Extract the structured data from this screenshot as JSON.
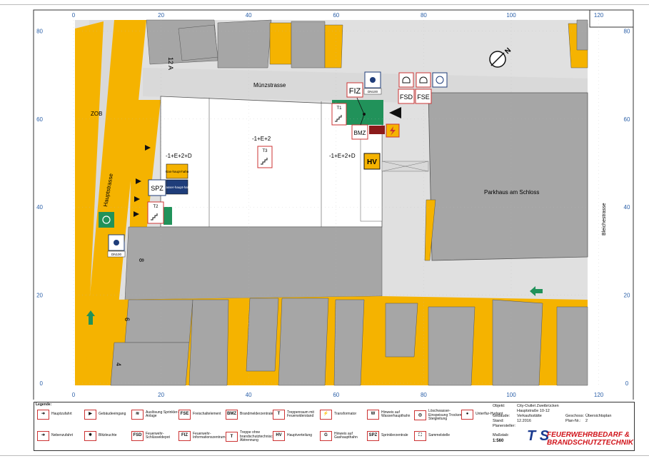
{
  "map": {
    "street_labels": {
      "muenz": "Münzstrasse",
      "haupt": "Hauptstrasse",
      "bleiche": "Bleichestrasse",
      "zob": "ZOB"
    },
    "building_labels": {
      "left": "-1+E+2+D",
      "middle": "-1+E+2",
      "right": "-1+E+2+D",
      "parkhaus": "Parkhaus am Schloss"
    },
    "house_numbers": {
      "h12a": "12 A",
      "h8": "8",
      "h6": "6",
      "h4": "4"
    },
    "grid_x": [
      {
        "v": 0,
        "label": "0"
      },
      {
        "v": 20,
        "label": "20"
      },
      {
        "v": 40,
        "label": "40"
      },
      {
        "v": 60,
        "label": "60"
      },
      {
        "v": 80,
        "label": "80"
      },
      {
        "v": 100,
        "label": "100"
      },
      {
        "v": 120,
        "label": "120"
      }
    ],
    "grid_y": [
      {
        "v": 80,
        "label": "80"
      },
      {
        "v": 60,
        "label": "60"
      },
      {
        "v": 40,
        "label": "40"
      },
      {
        "v": 20,
        "label": "20"
      },
      {
        "v": 0,
        "label": "0"
      }
    ],
    "symbols": {
      "fiz": "FIZ",
      "fsd": "FSD",
      "fse": "FSE",
      "bmz": "BMZ",
      "hv": "HV",
      "spz": "SPZ",
      "t1": "T1",
      "t2": "T2",
      "t3": "T3",
      "dn1": "DN100",
      "dn2": "DN100",
      "gas": "Gas-haupt-hahn",
      "wasser": "Wasser-haupt-hahn"
    },
    "colors": {
      "building": "#a6a6a6",
      "street": "#d9d9d9",
      "neighbor": "#f5b300",
      "object": "#ffffff",
      "green": "#21925a",
      "navy": "#1f3d7a"
    }
  },
  "legend": {
    "title": "Legende:",
    "items": [
      {
        "sym": "➜",
        "label": "Hauptzufahrt"
      },
      {
        "sym": "▶",
        "label": "Gebäudeeingang"
      },
      {
        "sym": "≋",
        "label": "Auslösung Sprinkler-Anlage"
      },
      {
        "sym": "FSE",
        "label": "Freischaltelement"
      },
      {
        "sym": "BMZ",
        "label": "Brandmelderzentrale"
      },
      {
        "sym": "T",
        "label": "Treppenraum mit Feuerwiderstand"
      },
      {
        "sym": "⚡",
        "label": "Transformator"
      },
      {
        "sym": "W",
        "label": "Hinweis auf Wasserhaupthahn"
      },
      {
        "sym": "◎",
        "label": "Löschwasser-Einspeisung Trocken-Steigleitung"
      },
      {
        "sym": "●",
        "label": "Unterflur-Hydrant"
      },
      {
        "sym": "➜",
        "label": "Nebenzufahrt"
      },
      {
        "sym": "✸",
        "label": "Blitzleuchte"
      },
      {
        "sym": "FSD",
        "label": "Feuerwehr-Schlüsseldepot"
      },
      {
        "sym": "FIZ",
        "label": "Feuerwehr-Informationszentrum"
      },
      {
        "sym": "T",
        "label": "Treppe ohne brandschutztechnische Abtrennung"
      },
      {
        "sym": "HV",
        "label": "Hauptverteilung"
      },
      {
        "sym": "G",
        "label": "Hinweis auf Gashaupthahn"
      },
      {
        "sym": "SPZ",
        "label": "Sprinklerzentrale"
      },
      {
        "sym": "⛶",
        "label": "Sammelstelle"
      }
    ]
  },
  "info": {
    "objekt_label": "Objekt:",
    "objekt_value": "City-Outlet Zweibrücken",
    "address": "Hauptstraße 10-12",
    "gebaeude_label": "Gebäude:",
    "gebaeude_value": "Verkaufsstätte",
    "geschoss_label": "Geschoss:",
    "geschoss_value": "Übersichtsplan",
    "stand_label": "Stand:",
    "stand_value": "12.2016",
    "plan_label": "Plan-Nr.:",
    "plan_value": "2",
    "ersteller_label": "Planersteller:",
    "massstab_label": "Maßstab:",
    "massstab_value": "1:560"
  },
  "brand": {
    "t": "T S",
    "line1": "FEUERWEHRBEDARF &",
    "line2": "BRANDSCHUTZTECHNIK"
  }
}
